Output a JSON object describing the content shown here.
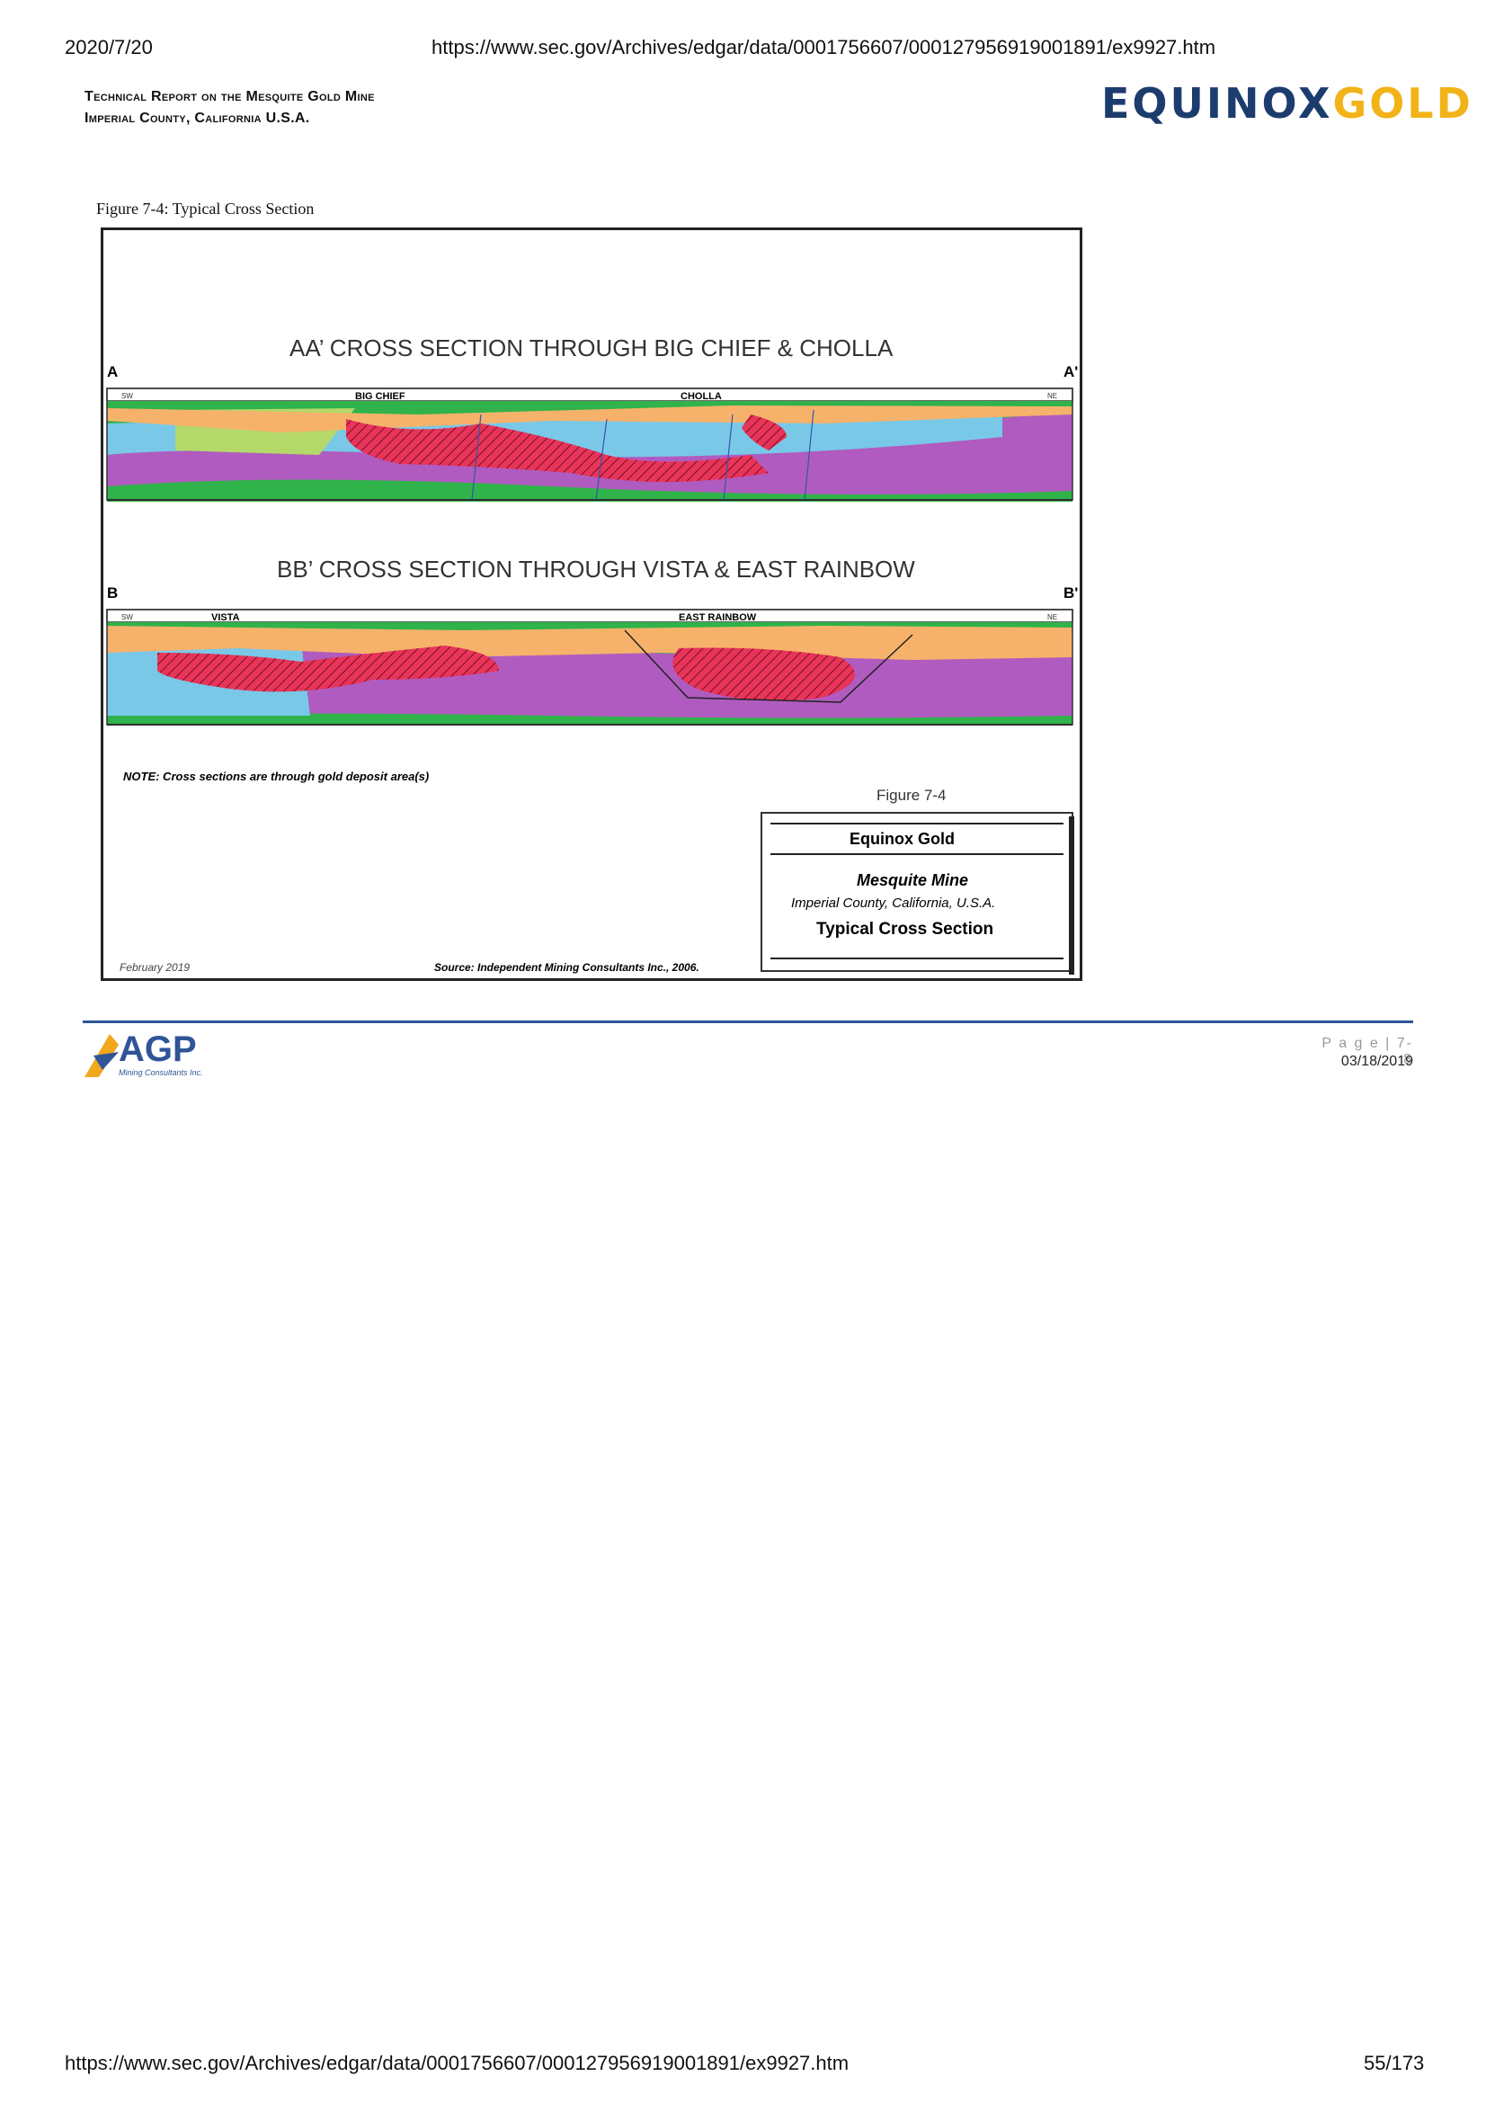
{
  "print_header": {
    "date": "2020/7/20",
    "url": "https://www.sec.gov/Archives/edgar/data/0001756607/000127956919001891/ex9927.htm"
  },
  "report_header": {
    "line1": "Technical Report on the Mesquite Gold Mine",
    "line2": "Imperial County, California U.S.A.",
    "logo_part1": "EQUINOX",
    "logo_part2": "GOLD",
    "logo_color1": "#1d3c6e",
    "logo_color2": "#f2b318"
  },
  "figure": {
    "caption": "Figure 7-4: Typical Cross Section",
    "section_aa": {
      "title": "AA’ CROSS SECTION THROUGH BIG CHIEF & CHOLLA",
      "left_marker": "A",
      "right_marker": "A'",
      "left_dir": "SW",
      "right_dir": "NE",
      "label_1": "BIG CHIEF",
      "label_2": "CHOLLA"
    },
    "section_bb": {
      "title": "BB’ CROSS SECTION THROUGH VISTA & EAST RAINBOW",
      "left_marker": "B",
      "right_marker": "B'",
      "left_dir": "SW",
      "right_dir": "NE",
      "label_1": "VISTA",
      "label_2": "EAST RAINBOW"
    },
    "note": "NOTE: Cross sections are through gold deposit area(s)",
    "figure_label": "Figure 7-4",
    "title_block": {
      "company": "Equinox Gold",
      "mine": "Mesquite Mine",
      "location": "Imperial County, California, U.S.A.",
      "title": "Typical Cross Section"
    },
    "date": "February 2019",
    "source": "Source: Independent Mining Consultants Inc., 2006."
  },
  "footer": {
    "logo_text": "AGP",
    "logo_subtext": "Mining Consultants Inc.",
    "page_label": "P a g e | 7-8",
    "date": "03/18/2019"
  },
  "print_footer": {
    "url": "https://www.sec.gov/Archives/edgar/data/0001756607/000127956919001891/ex9927.htm",
    "page": "55/173"
  }
}
